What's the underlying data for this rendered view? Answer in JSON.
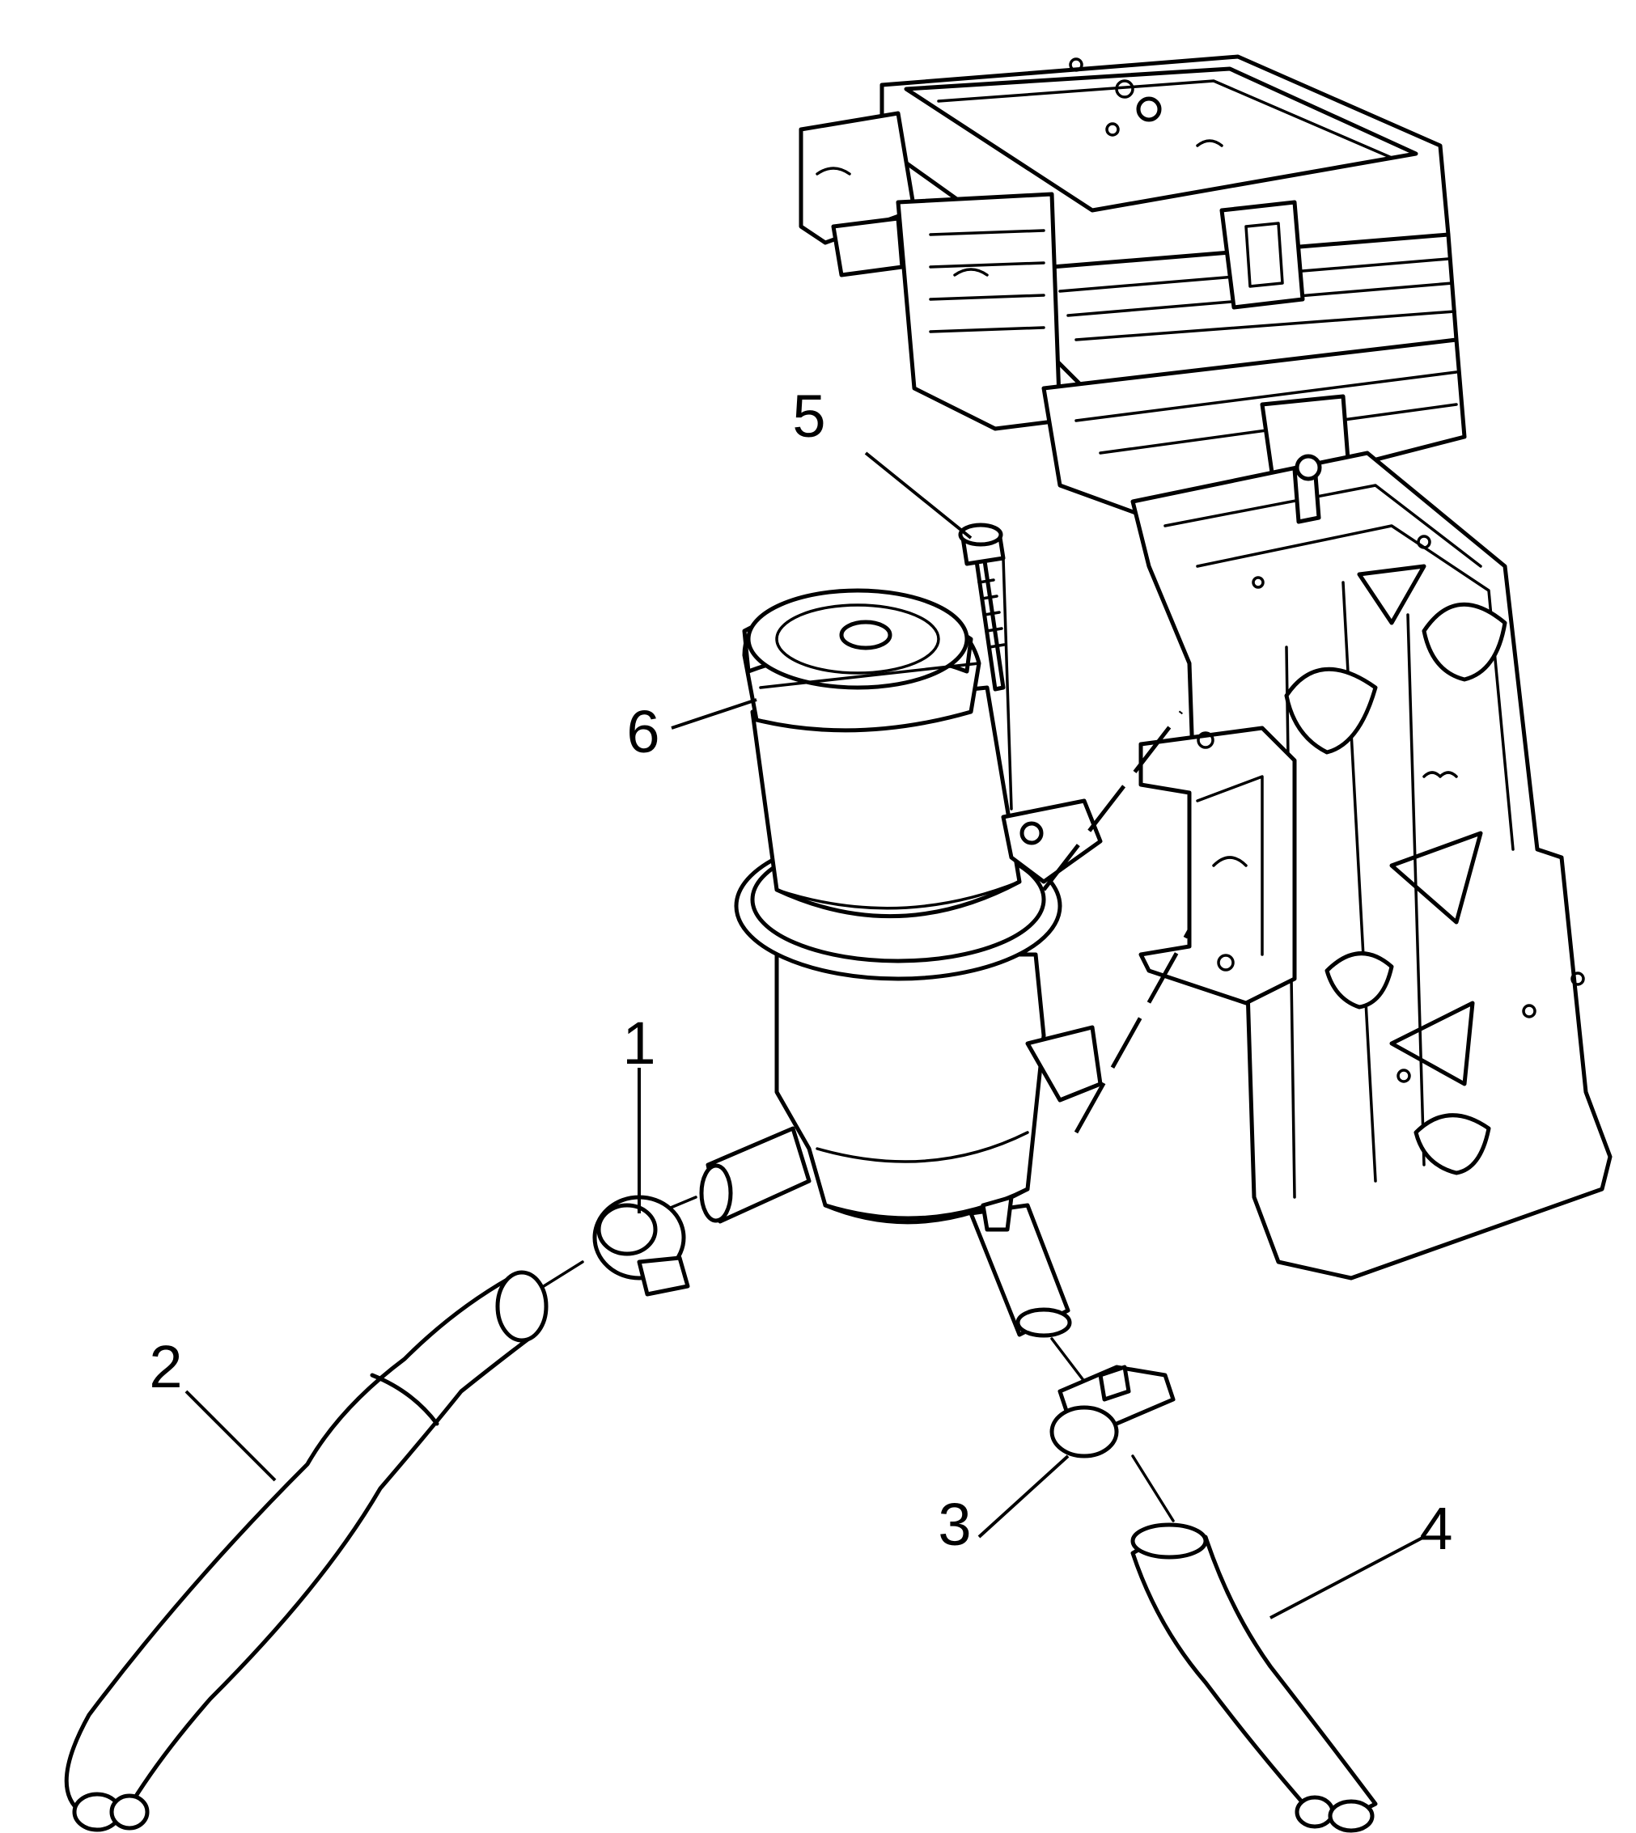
{
  "diagram": {
    "callouts": [
      {
        "id": "1",
        "label": "1",
        "part": "clamp"
      },
      {
        "id": "2",
        "label": "2",
        "part": "hose"
      },
      {
        "id": "3",
        "label": "3",
        "part": "clamp"
      },
      {
        "id": "4",
        "label": "4",
        "part": "hose"
      },
      {
        "id": "5",
        "label": "5",
        "part": "bolt"
      },
      {
        "id": "6",
        "label": "6",
        "part": "reservoir"
      }
    ]
  }
}
